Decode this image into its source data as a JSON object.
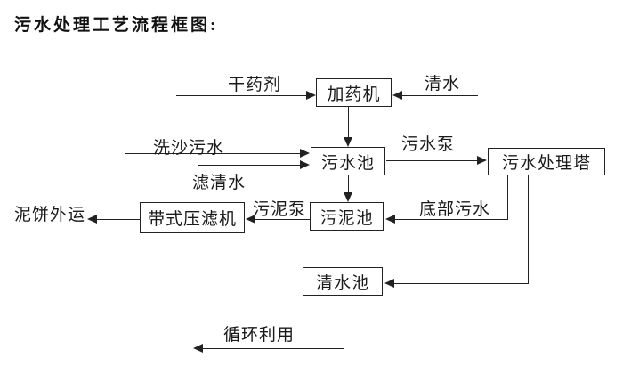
{
  "title": "污水处理工艺流程框图:",
  "colors": {
    "background": "#ffffff",
    "line": "#222222",
    "text": "#1a1a1a"
  },
  "nodes": {
    "dosing_machine": "加药机",
    "sewage_pool": "污水池",
    "treatment_tower": "污水处理塔",
    "sludge_pool": "污泥池",
    "belt_filter_press": "带式压滤机",
    "clean_water_pool": "清水池"
  },
  "edge_labels": {
    "dry_agent": "干药剂",
    "clean_water": "清水",
    "sand_washing_sewage": "洗沙污水",
    "filtered_water": "滤清水",
    "sewage_pump": "污水泵",
    "sludge_pump": "污泥泵",
    "bottom_sewage": "底部污水",
    "mud_cake_out": "泥饼外运",
    "recycle_use": "循环利用"
  },
  "flow": [
    {
      "from": "干药剂",
      "to": "加药机",
      "label": "干药剂"
    },
    {
      "from": "清水",
      "to": "加药机",
      "label": "清水"
    },
    {
      "from": "加药机",
      "to": "污水池",
      "label": ""
    },
    {
      "from": "洗沙污水",
      "to": "污水池",
      "label": "洗沙污水"
    },
    {
      "from": "带式压滤机",
      "to": "污水池",
      "label": "滤清水"
    },
    {
      "from": "污水池",
      "to": "污水处理塔",
      "label": "污水泵"
    },
    {
      "from": "污水池",
      "to": "污泥池",
      "label": ""
    },
    {
      "from": "污泥池",
      "to": "带式压滤机",
      "label": "污泥泵"
    },
    {
      "from": "污水处理塔",
      "to": "污泥池",
      "label": "底部污水"
    },
    {
      "from": "带式压滤机",
      "to": "泥饼外运",
      "label": "泥饼外运"
    },
    {
      "from": "污水处理塔",
      "to": "清水池",
      "label": ""
    },
    {
      "from": "清水池",
      "to": "循环利用",
      "label": "循环利用"
    }
  ]
}
